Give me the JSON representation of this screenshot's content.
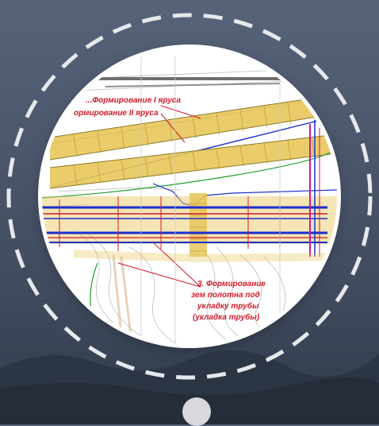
{
  "drawing": {
    "label_tier1": "...Формирование I яруса",
    "label_tier2": "ормирование II яруса",
    "label_step3_line1": "3. Формирование",
    "label_step3_line2": "зем полотна под",
    "label_step3_line3": "укладку трубы",
    "label_step3_line4": "(укладка трубы)"
  },
  "colors": {
    "background": "#4a556a",
    "ring": "#e6e8ec",
    "annotation_red": "#d11b2a",
    "tier_fill": "#e8c65a",
    "pipe_blue": "#1a2fd0",
    "pager_dot": "#d7d9dd"
  },
  "pager": {
    "active_index": 1
  }
}
